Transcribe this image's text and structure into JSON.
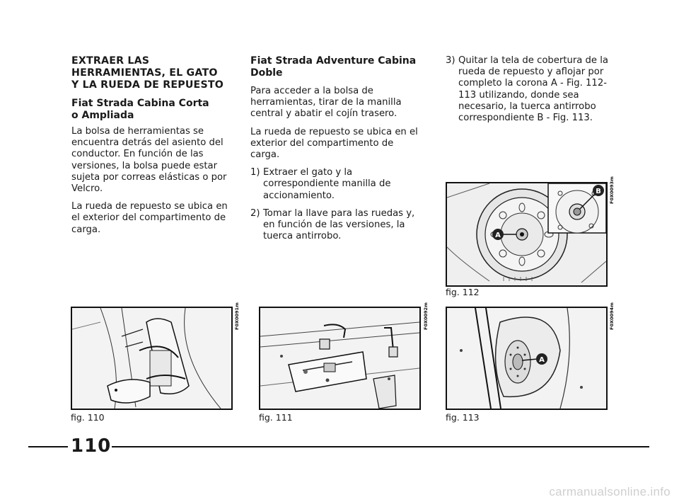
{
  "column1": {
    "heading_line1": "EXTRAER LAS",
    "heading_line2": "HERRAMIENTAS, EL GATO",
    "heading_line3": "Y LA RUEDA DE REPUESTO",
    "sub_line1": "Fiat Strada Cabina Corta",
    "sub_line2": "o Ampliada",
    "para1": "La bolsa de herramientas se encuentra detrás del asiento del conductor. En función de las versiones, la bolsa puede estar sujeta por correas elásticas o por Velcro.",
    "para2": "La rueda de repuesto se ubica en el exterior del compartimento de carga."
  },
  "column2": {
    "heading": "Fiat Strada Adventure Cabina Doble",
    "para1": "Para acceder a la bolsa de herramientas, tirar de la manilla central y abatir el cojín trasero.",
    "para2": "La rueda de repuesto se ubica en el exterior del compartimento de carga.",
    "step1_num": "1)",
    "step1_text": "Extraer el gato y la correspondiente manilla de accionamiento.",
    "step2_num": "2)",
    "step2_text": "Tomar la llave para las ruedas y, en función de las versiones, la tuerca antirrobo."
  },
  "column3": {
    "step3_num": "3)",
    "step3_text": "Quitar la tela de cobertura de la rueda de repuesto y aflojar por completo la corona A - Fig. 112-113 utilizando, donde sea necesario, la tuerca antirrobo correspondiente B - Fig. 113."
  },
  "figures": {
    "fig110": {
      "caption": "fig. 110",
      "code": "F0X0091m"
    },
    "fig111": {
      "caption": "fig. 111",
      "code": "F0X0092m"
    },
    "fig112": {
      "caption": "fig. 112",
      "code": "F0X0093m",
      "label_a": "A",
      "label_b": "B"
    },
    "fig113": {
      "caption": "fig. 113",
      "code": "F0X0094m",
      "label_a": "A"
    }
  },
  "footer": {
    "page_number": "110",
    "watermark": "carmanualsonline.info"
  }
}
